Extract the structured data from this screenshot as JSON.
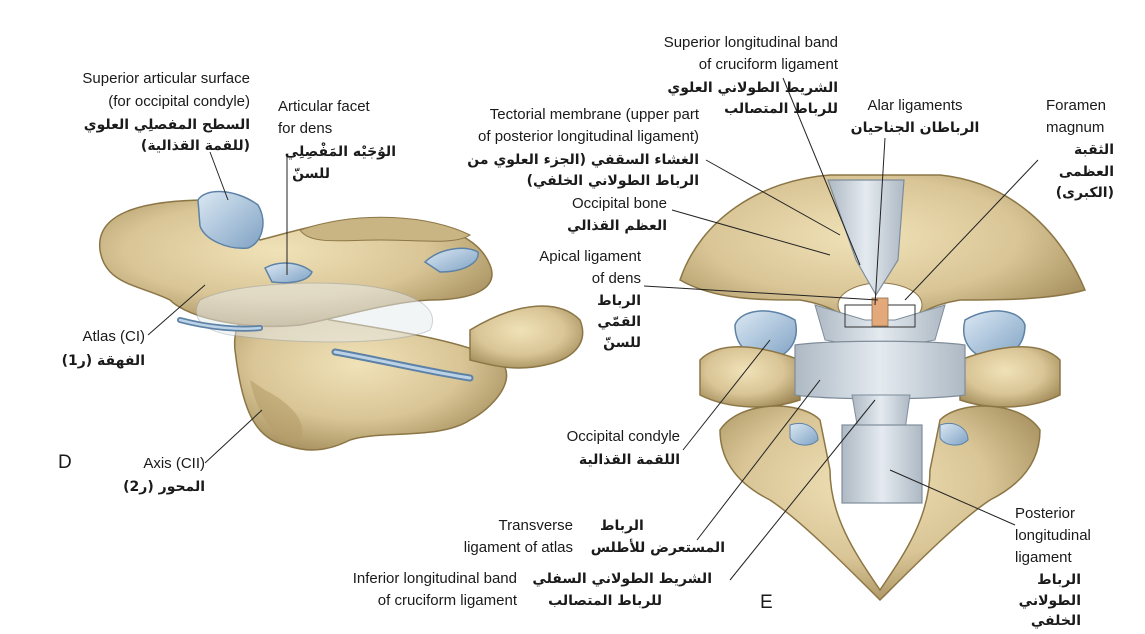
{
  "panel_d": {
    "letter": "D",
    "labels": {
      "superior_articular_en1": "Superior articular surface",
      "superior_articular_en2": "(for occipital condyle)",
      "superior_articular_ar1": "السطح المفصلِي العلوي",
      "superior_articular_ar2": "(للقمة القذالية)",
      "articular_facet_en1": "Articular facet",
      "articular_facet_en2": "for dens",
      "articular_facet_ar1": "الوُجَيْه المَفْصِلِي",
      "articular_facet_ar2": "للسنّ",
      "atlas_en": "Atlas (CI)",
      "atlas_ar": "الفهقة (ر1)",
      "axis_en": "Axis (CII)",
      "axis_ar": "المحور (ر2)"
    }
  },
  "panel_e": {
    "letter": "E",
    "labels": {
      "superior_band_en1": "Superior longitudinal band",
      "superior_band_en2": "of cruciform ligament",
      "superior_band_ar1": "الشريط الطولاني العلوي",
      "superior_band_ar2": "للرباط المتصالب",
      "tectorial_en1": "Tectorial membrane (upper part",
      "tectorial_en2": "of posterior longitudinal ligament)",
      "tectorial_ar1": "الغشاء السقفي (الجزء العلوي من",
      "tectorial_ar2": "الرباط الطولاني الخلفي)",
      "occipital_bone_en": "Occipital bone",
      "occipital_bone_ar": "العظم القذالي",
      "apical_en1": "Apical ligament",
      "apical_en2": "of dens",
      "apical_ar1": "الرباط",
      "apical_ar2": "القمّي",
      "apical_ar3": "للسنّ",
      "alar_en": "Alar ligaments",
      "alar_ar": "الرباطان الجناحيان",
      "foramen_en1": "Foramen",
      "foramen_en2": "magnum",
      "foramen_ar1": "الثقبة",
      "foramen_ar2": "العظمى",
      "foramen_ar3": "(الكبرى)",
      "occ_condyle_en": "Occipital condyle",
      "occ_condyle_ar": "اللقمة القذالية",
      "transverse_en1": "Transverse",
      "transverse_en2": "ligament of atlas",
      "transverse_ar1": "الرباط",
      "transverse_ar2": "المستعرض للأطلس",
      "inferior_band_en1": "Inferior longitudinal band",
      "inferior_band_en2": "of cruciform ligament",
      "inferior_band_ar1": "الشريط الطولاني السفلي",
      "inferior_band_ar2": "للرباط المتصالب",
      "posterior_en1": "Posterior",
      "posterior_en2": "longitudinal",
      "posterior_en3": "ligament",
      "posterior_ar1": "الرباط",
      "posterior_ar2": "الطولاني",
      "posterior_ar3": "الخلفي"
    }
  },
  "colors": {
    "bone": "#d9c596",
    "bone_dark": "#a8925f",
    "bone_shadow": "#8c7646",
    "cartilage": "#a9c4dd",
    "cartilage_edge": "#5d82a6",
    "ligament": "#c9d3dc",
    "ligament_edge": "#7f8d9a"
  }
}
